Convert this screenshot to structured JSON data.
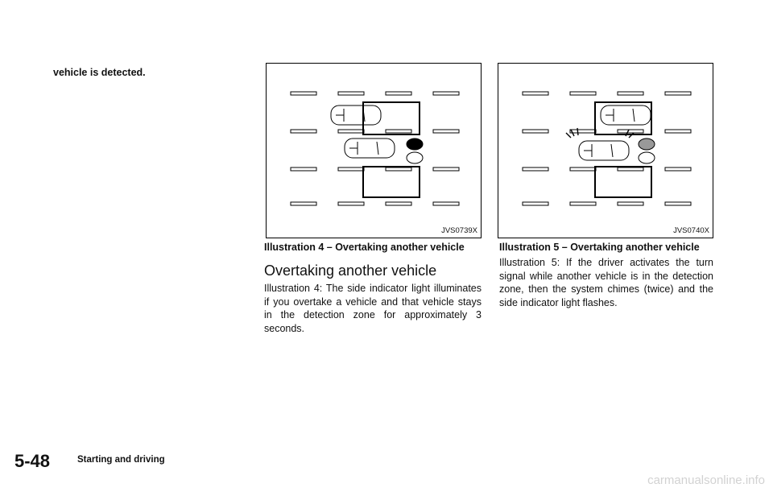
{
  "continuation_text": "vehicle is detected.",
  "figure4": {
    "code": "JVS0739X",
    "caption": "Illustration 4 – Overtaking another vehicle"
  },
  "figure5": {
    "code": "JVS0740X",
    "caption": "Illustration 5 – Overtaking another vehicle"
  },
  "section_heading": "Overtaking another vehicle",
  "paragraph_left": "Illustration 4: The side indicator light illuminates if you overtake a vehicle and that vehicle stays in the detection zone for approximately 3 seconds.",
  "paragraph_right": "Illustration 5: If the driver activates the turn signal while another vehicle is in the detection zone, then the system chimes (twice) and the side indicator light flashes.",
  "footer": {
    "page_number": "5-48",
    "section_title": "Starting and driving"
  },
  "watermark": "carmanualsonline.info"
}
